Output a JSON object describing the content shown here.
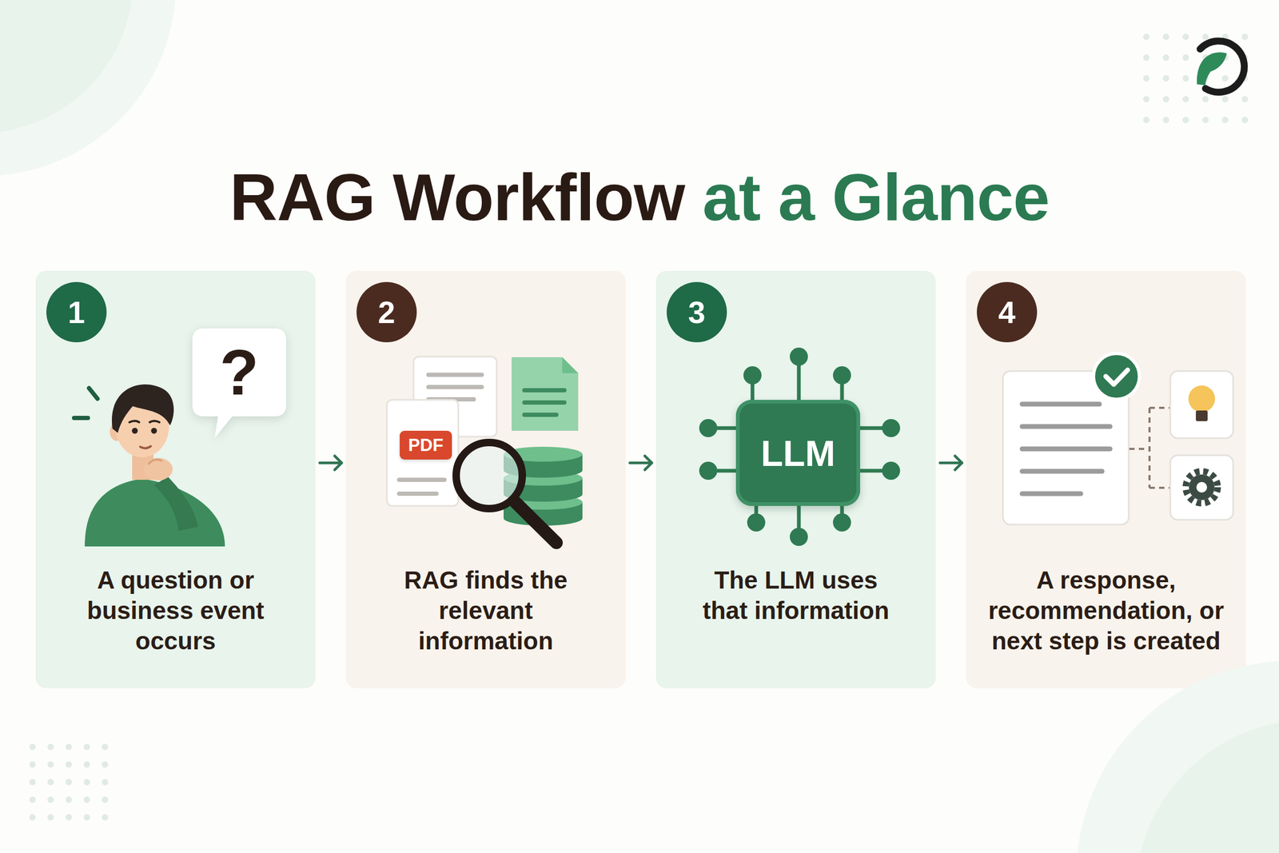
{
  "diagram": {
    "title": "RAG Workflow at a Glance",
    "nodes": [
      {
        "text": [
          "A question or business event occurs"
        ]
      },
      {
        "text": [
          "1"
        ],
        "in": 0
      },
      {
        "text": [
          "?"
        ],
        "in": 0
      },
      {
        "text": [
          "RAG finds the relevant information"
        ]
      },
      {
        "text": [
          "2"
        ],
        "in": 3
      },
      {
        "text": [
          "PDF"
        ],
        "in": 3
      },
      {
        "text": [
          "The LLM uses that information"
        ]
      },
      {
        "text": [
          "3"
        ],
        "in": 6
      },
      {
        "text": [
          "LLM"
        ],
        "in": 6
      },
      {
        "text": [
          "A response, recommendation, or next step is created"
        ]
      },
      {
        "text": [
          "4"
        ],
        "in": 9
      }
    ],
    "edges": [
      {
        "from": 0,
        "to": 3,
        "arrow": "to"
      },
      {
        "from": 3,
        "to": 6,
        "arrow": "to"
      },
      {
        "from": 6,
        "to": 9,
        "arrow": "to"
      }
    ]
  }
}
